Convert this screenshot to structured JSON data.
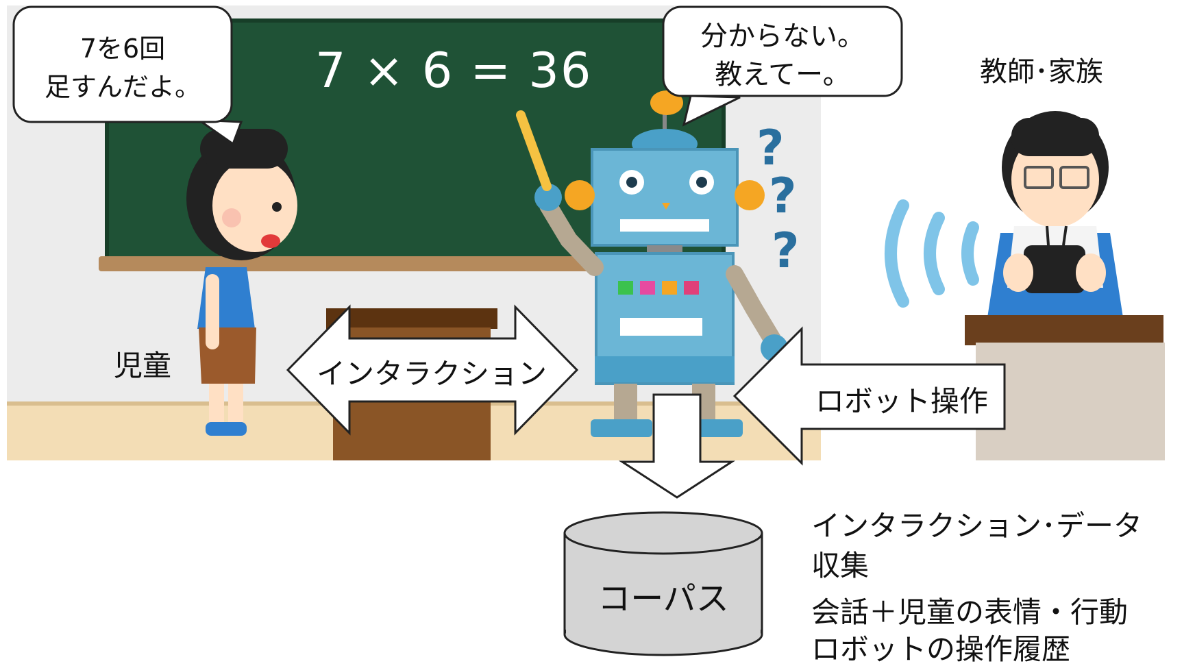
{
  "classroom": {
    "blackboard_equation": "7 × 6 = 36"
  },
  "child": {
    "label": "児童",
    "speech_line1": "7を6回",
    "speech_line2": "足すんだよ。"
  },
  "robot": {
    "speech_line1": "分からない。",
    "speech_line2": "教えてー。",
    "question_marks": "?"
  },
  "teacher": {
    "label": "教師･家族"
  },
  "arrows": {
    "interaction": "インタラクション",
    "robot_operation": "ロボット操作"
  },
  "corpus": {
    "label": "コーパス"
  },
  "notes": {
    "line1": "インタラクション･データ",
    "line2": "収集",
    "line3": "会話＋児童の表情・行動",
    "line4": "ロボットの操作履歴"
  },
  "colors": {
    "blackboard": "#1f5236",
    "wall": "#ececec",
    "floor": "#f3ddb5",
    "robot_body": "#6bb6d6",
    "robot_accent": "#f5a623",
    "desk_wood": "#7a4a21",
    "wifi_blue": "#7fc4e8"
  }
}
